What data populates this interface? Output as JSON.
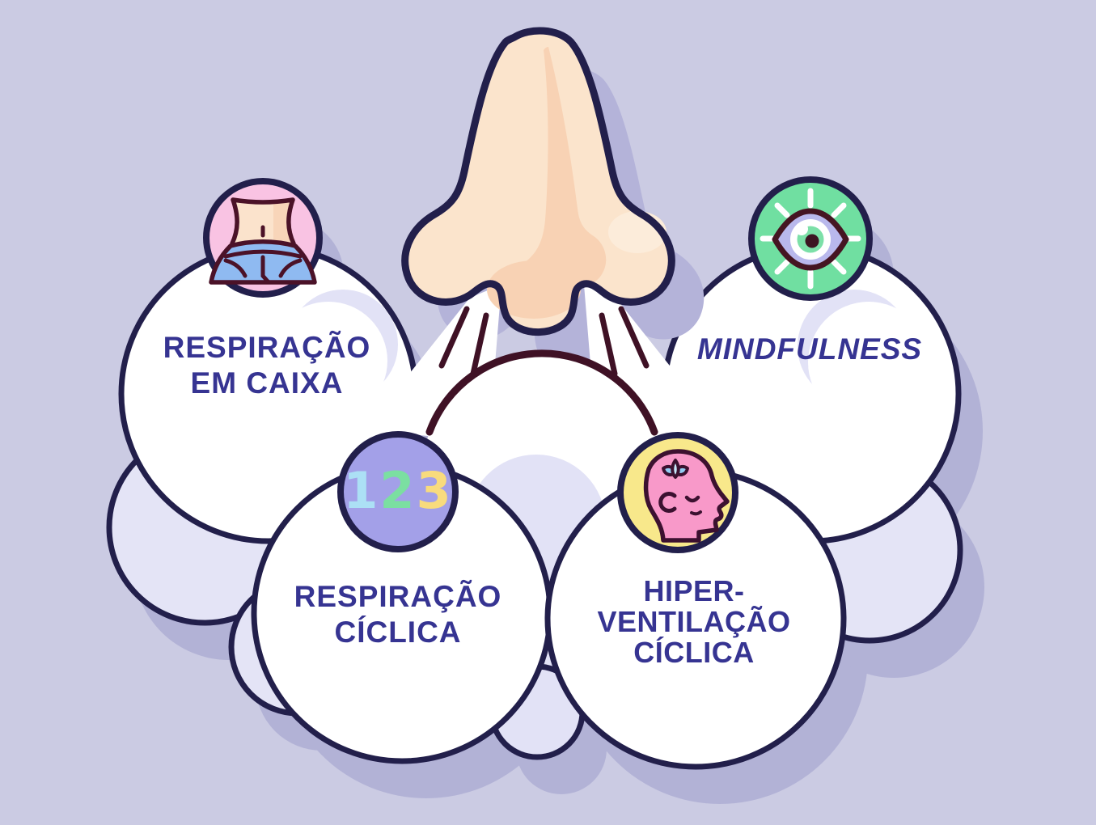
{
  "title": "Breathing techniques infographic",
  "bubbles": [
    {
      "id": "box-breathing",
      "lines": [
        "RESPIRAÇÃO",
        "EM CAIXA"
      ],
      "icon": "waist-jeans-icon",
      "icon_bg": "#f9c3e3"
    },
    {
      "id": "mindfulness",
      "lines": [
        "MINDFULNESS"
      ],
      "icon": "eye-icon",
      "icon_bg": "#70dfa1"
    },
    {
      "id": "cyclic-breathing",
      "lines": [
        "RESPIRAÇÃO",
        "CÍCLICA"
      ],
      "icon": "numbers-123-icon",
      "icon_bg": "#a3a0e8"
    },
    {
      "id": "cyclic-hyperventilation",
      "lines": [
        "HIPER-",
        "VENTILAÇÃO",
        "CÍCLICA"
      ],
      "icon": "meditating-head-icon",
      "icon_bg": "#f8e88b"
    }
  ],
  "icon_123": {
    "digits": [
      "1",
      "2",
      "3"
    ],
    "colors": [
      "#ace0f5",
      "#7bdfa1",
      "#f8db7d"
    ]
  },
  "palette": {
    "background": "#cbcbe3",
    "cloud_fill": "#ffffff",
    "cloud_accent": "#e2e2f6",
    "cloud_shadow": "#b2b2d6",
    "outline_navy": "#221f4b",
    "outline_maroon": "#3f1125",
    "text": "#363492",
    "nose_skin": "#fbe4cc",
    "nose_shade": "#f8d2b4",
    "icon_pink": "#f9c3e3",
    "icon_green": "#70dfa1",
    "icon_periwinkle": "#a3a0e8",
    "icon_yellow": "#f8e88b",
    "jeans_blue": "#8fbaf1",
    "head_pink": "#f899c9",
    "lotus_blue": "#93cdf3"
  }
}
